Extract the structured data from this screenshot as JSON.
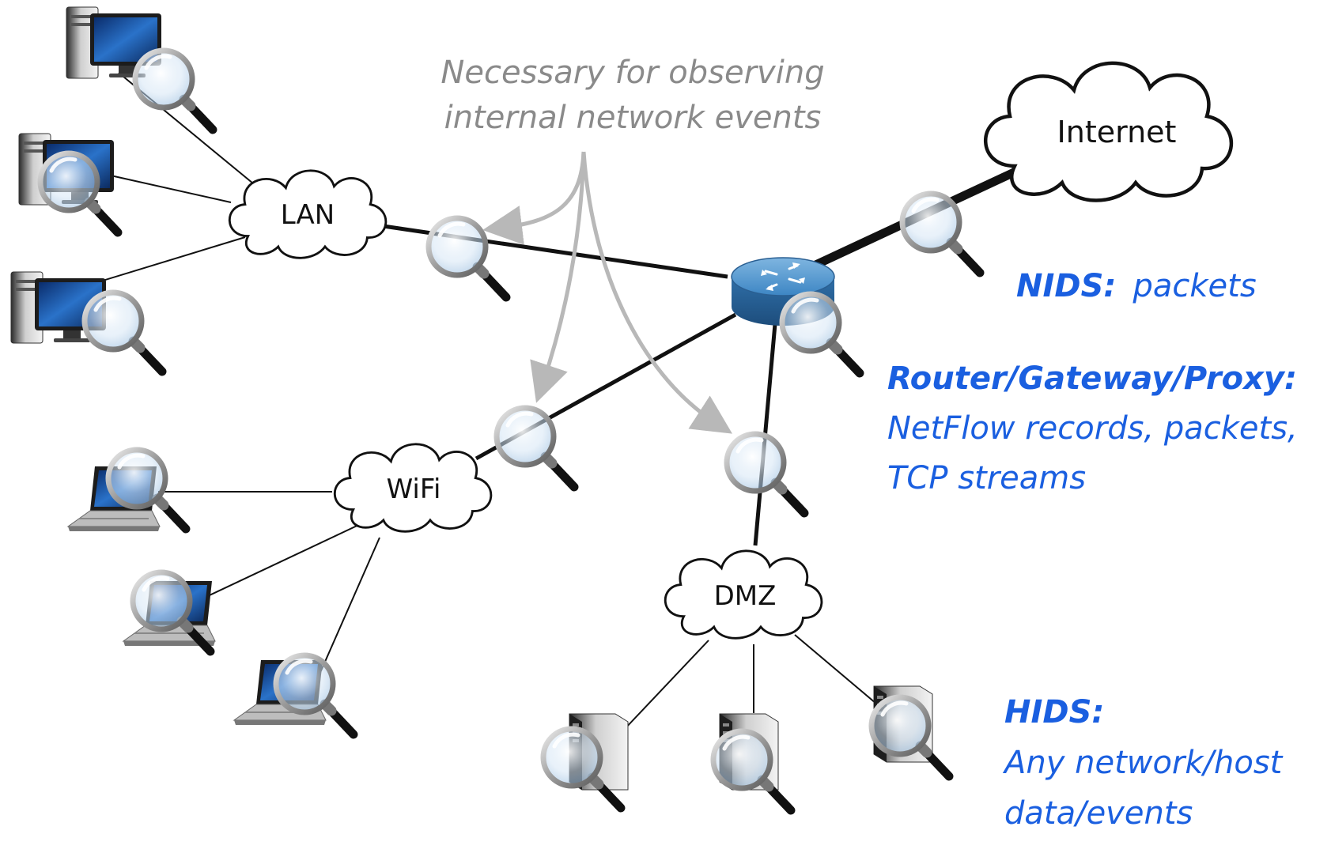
{
  "clouds": {
    "lan": "LAN",
    "wifi": "WiFi",
    "dmz": "DMZ",
    "internet": "Internet"
  },
  "note": {
    "line1": "Necessary for observing",
    "line2": "internal network events"
  },
  "nids": {
    "title": "NIDS:",
    "desc": "packets"
  },
  "router": {
    "title": "Router/Gateway/Proxy:",
    "line1": "NetFlow records, packets,",
    "line2": "TCP streams"
  },
  "hids": {
    "title": "HIDS:",
    "line1": "Any network/host",
    "line2": "data/events"
  },
  "icons": [
    "desktop-computer-icon",
    "laptop-icon",
    "server-tower-icon",
    "router-icon",
    "magnifier-icon",
    "cloud-icon"
  ],
  "colors": {
    "accent_blue": "#1a5fe0",
    "note_gray": "#8a8a8a",
    "arrow_gray": "#b8b8b8",
    "router_blue": "#3d86c4"
  }
}
